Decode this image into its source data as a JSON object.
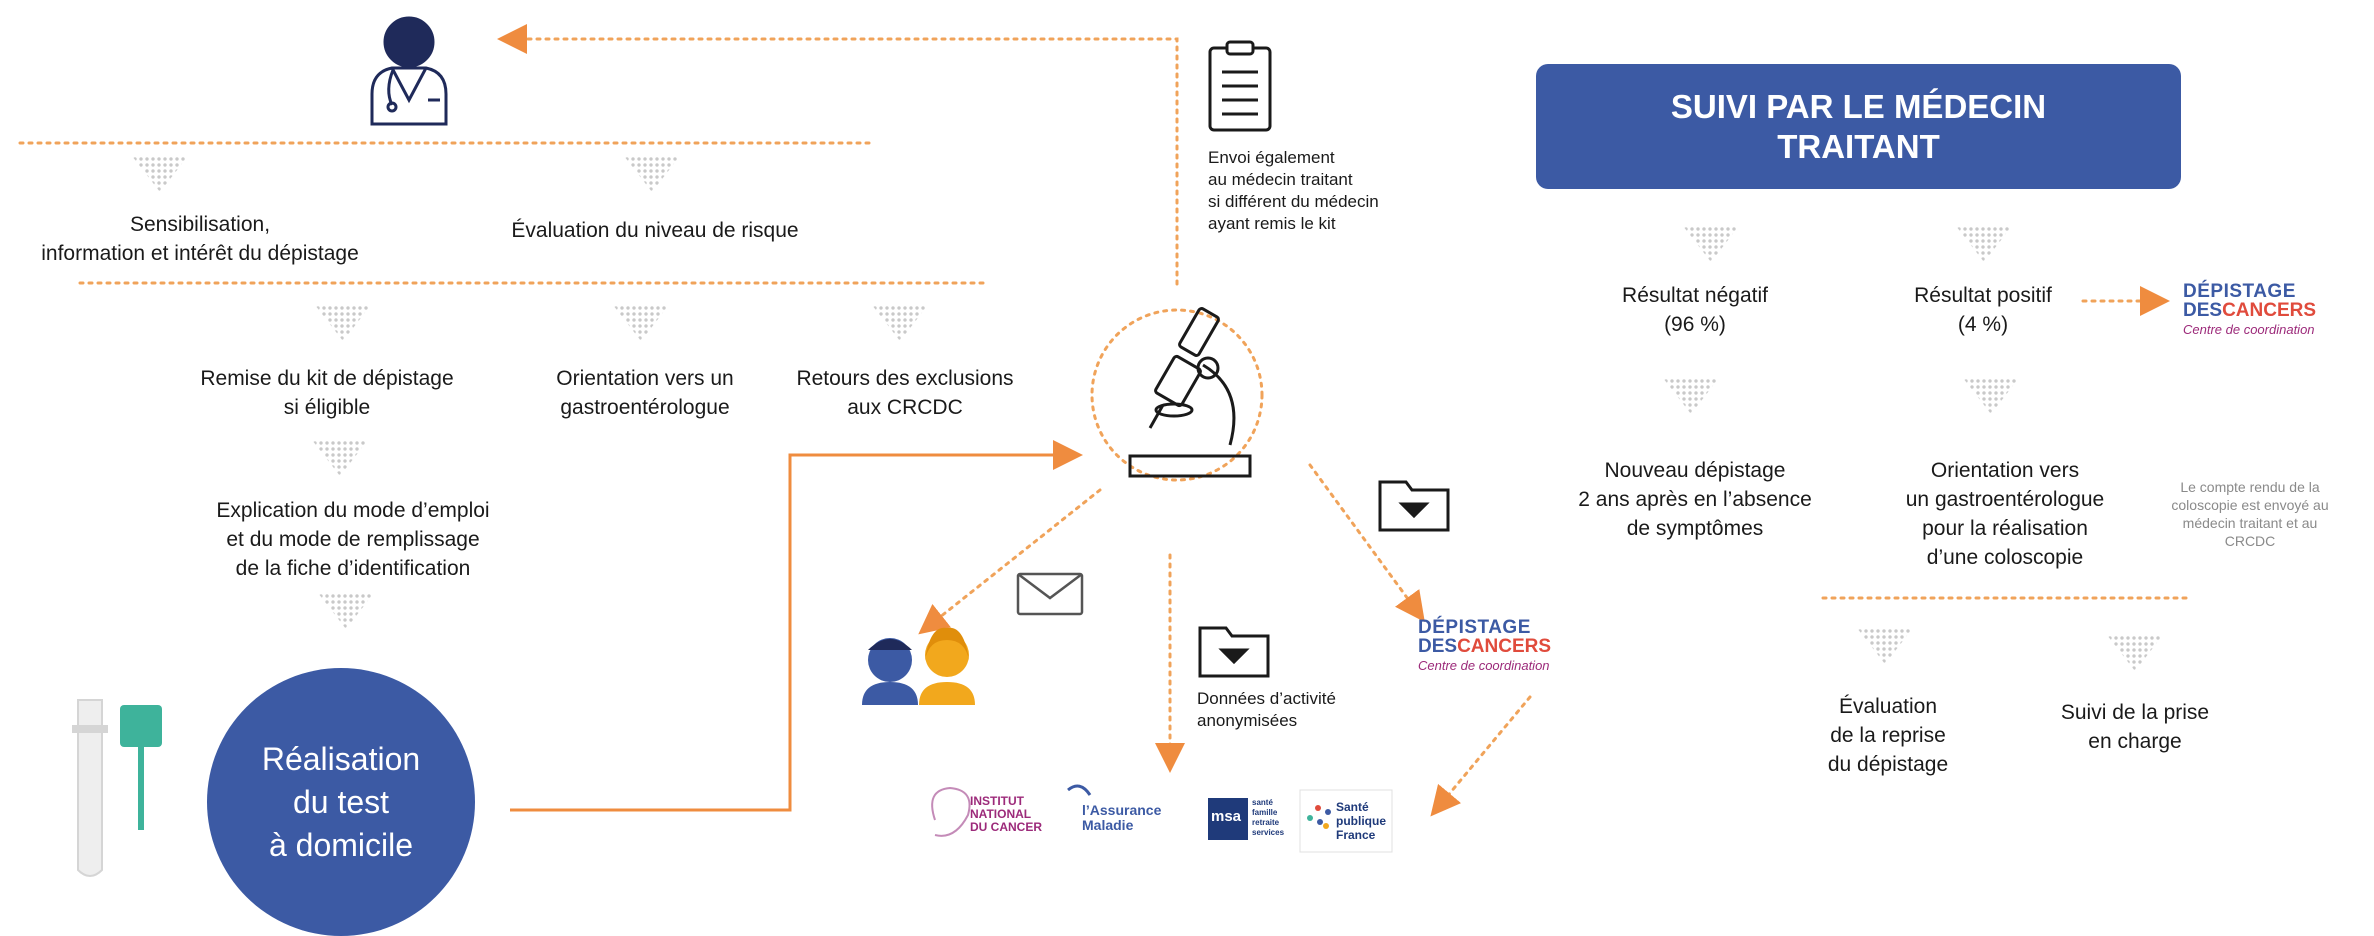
{
  "header": {
    "title": "SUIVI PAR LE MÉDECIN\nTRAITANT"
  },
  "left": {
    "sensibilisation": "Sensibilisation,\ninformation et intérêt du dépistage",
    "evaluation_risque": "Évaluation du niveau de risque",
    "remise_kit": "Remise du kit de dépistage\nsi éligible",
    "orientation_gastro": "Orientation vers un\ngastroentérologue",
    "retours_exclusions": "Retours des exclusions\naux CRCDC",
    "explication": "Explication du mode d’emploi\net du mode de remplissage\nde la fiche d’identification",
    "realisation": "Réalisation\ndu test\nà domicile"
  },
  "center": {
    "envoi_note": "Envoi également\nau médecin traitant\nsi différent du médecin\nayant remis le kit",
    "donnees": "Données d’activité\nanonymisées"
  },
  "right": {
    "negatif": "Résultat négatif\n(96 %)",
    "positif": "Résultat positif\n(4 %)",
    "nouveau_depistage": "Nouveau dépistage\n2 ans après en l’absence\nde symptômes",
    "orientation_coloscopie": "Orientation vers\nun gastroentérologue\npour la réalisation\nd’une coloscopie",
    "compte_rendu": "Le compte rendu de la\ncoloscopie est envoyé au\nmédecin traitant et au\nCRCDC",
    "evaluation_reprise": "Évaluation\nde la reprise\ndu dépistage",
    "suivi_prise": "Suivi de la prise\nen charge"
  },
  "logos": {
    "depistage_line1": "DÉPISTAGE",
    "depistage_line2a": "DES",
    "depistage_line2b": "CANCERS",
    "depistage_line3": "Centre de coordination",
    "inca": "INSTITUT\nNATIONAL\nDU CANCER",
    "assurance": "l’Assurance\nMaladie",
    "msa_sub": "santé\nfamille\nretraite\nservices",
    "msa": "msa",
    "spf": "Santé\npublique\nFrance"
  },
  "icons": [
    "doctor-icon",
    "clipboard-icon",
    "microscope-icon",
    "folder-download-icon",
    "envelope-icon",
    "patients-icon",
    "test-kit-icon"
  ],
  "colors": {
    "accent_blue": "#3c5aa4",
    "dotted_orange": "#f0a35a",
    "arrow_orange": "#ef8c3f",
    "dot_gray": "#c9c9c9"
  }
}
